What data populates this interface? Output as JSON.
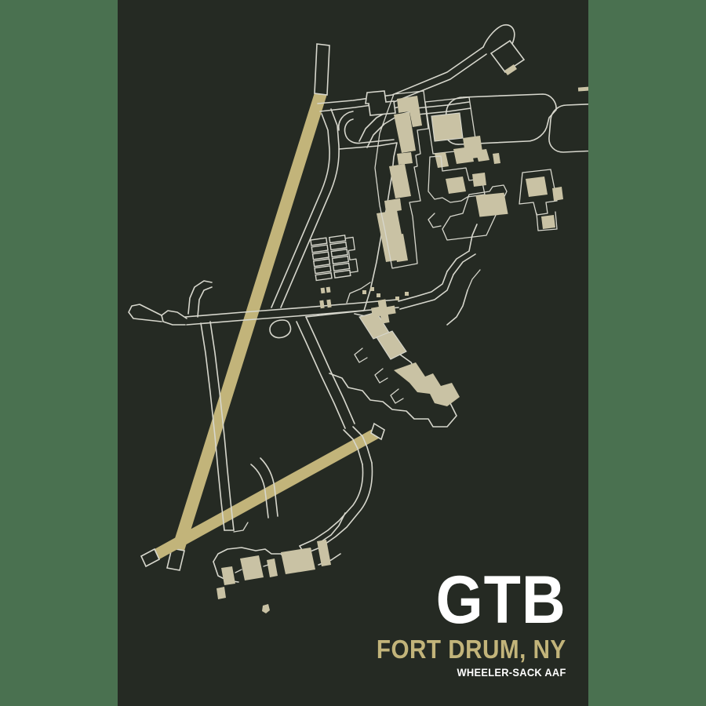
{
  "poster": {
    "background_color": "#252a23",
    "frame_color": "#4a7150",
    "runway_color": "#c2b47a",
    "taxiway_outline_color": "#d7d7cd",
    "building_color": "#c9c2a4",
    "apron_color": "#c9c2a4"
  },
  "title": {
    "airport_code": "GTB",
    "city_state": "FORT DRUM, NY",
    "facility_name": "WHEELER-SACK AAF",
    "code_color": "#ffffff",
    "city_color": "#c2b47a",
    "facility_color": "#ffffff"
  },
  "map": {
    "label": "Wheeler-Sack Army Airfield layout",
    "runways": [
      {
        "name": "runway-primary-nw-se",
        "orientation": "NNW-SSE",
        "color": "#c2b47a"
      },
      {
        "name": "runway-secondary-ne-sw",
        "orientation": "NE-SW",
        "color": "#c2b47a"
      }
    ],
    "features": [
      "taxiway-network",
      "north-apron",
      "main-terminal-apron",
      "hangar-rows",
      "south-apron",
      "turnaround-loop-north"
    ]
  }
}
